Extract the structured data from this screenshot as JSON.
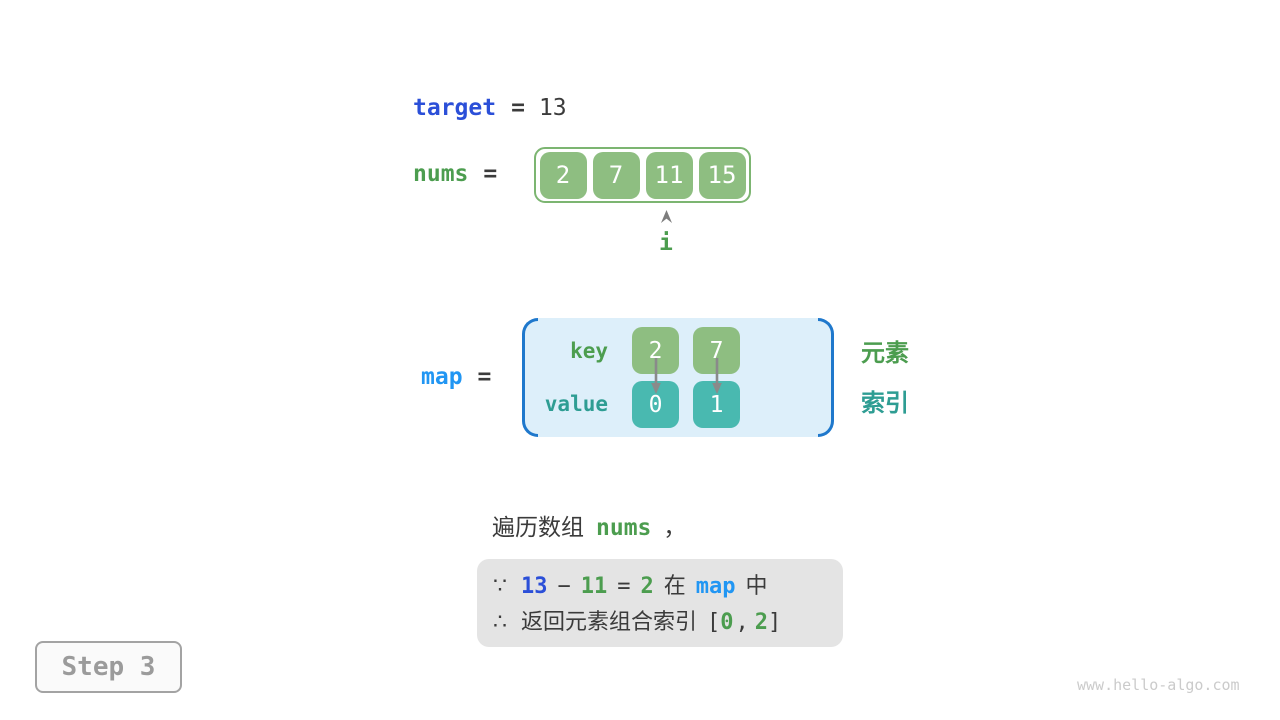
{
  "target_line": {
    "name": "target",
    "eq": "=",
    "value": "13"
  },
  "nums_line": {
    "name": "nums",
    "eq": "="
  },
  "nums_array": {
    "cells": [
      "2",
      "7",
      "11",
      "15"
    ],
    "pointer_label": "i",
    "pointer_position_index": 2
  },
  "map_line": {
    "name": "map",
    "eq": "="
  },
  "map_table": {
    "key_label": "key",
    "value_label": "value",
    "keys": [
      "2",
      "7"
    ],
    "values": [
      "0",
      "1"
    ]
  },
  "side_labels": {
    "element": "元素",
    "index": "索引"
  },
  "caption": {
    "prefix": "遍历数组",
    "var": "nums",
    "comma": "，"
  },
  "conclusion": {
    "because_symbol": "∵",
    "b_target": "13",
    "b_minus": "−",
    "b_current": "11",
    "b_eq": "=",
    "b_diff": "2",
    "b_in": "在",
    "b_map": "map",
    "b_suffix": "中",
    "therefore_symbol": "∴",
    "t_text": "返回元素组合索引",
    "t_open": "[",
    "t_first": "0",
    "t_comma": ",",
    "t_second": "2",
    "t_close": "]"
  },
  "footer": {
    "step": "Step 3",
    "watermark": "www.hello-algo.com"
  },
  "colors": {
    "accent_royal_blue": "#2b4fd8",
    "accent_sky_blue": "#2196f3",
    "accent_green": "#4c9d4f",
    "accent_teal": "#2e9d93",
    "cell_green": "#8ebe81",
    "cell_teal": "#49b9b0",
    "array_border_green": "#7cb571",
    "map_fill_blue": "#ddeffa",
    "map_bracket_blue": "#1f78cc",
    "conclusion_bg": "#e4e4e4"
  }
}
